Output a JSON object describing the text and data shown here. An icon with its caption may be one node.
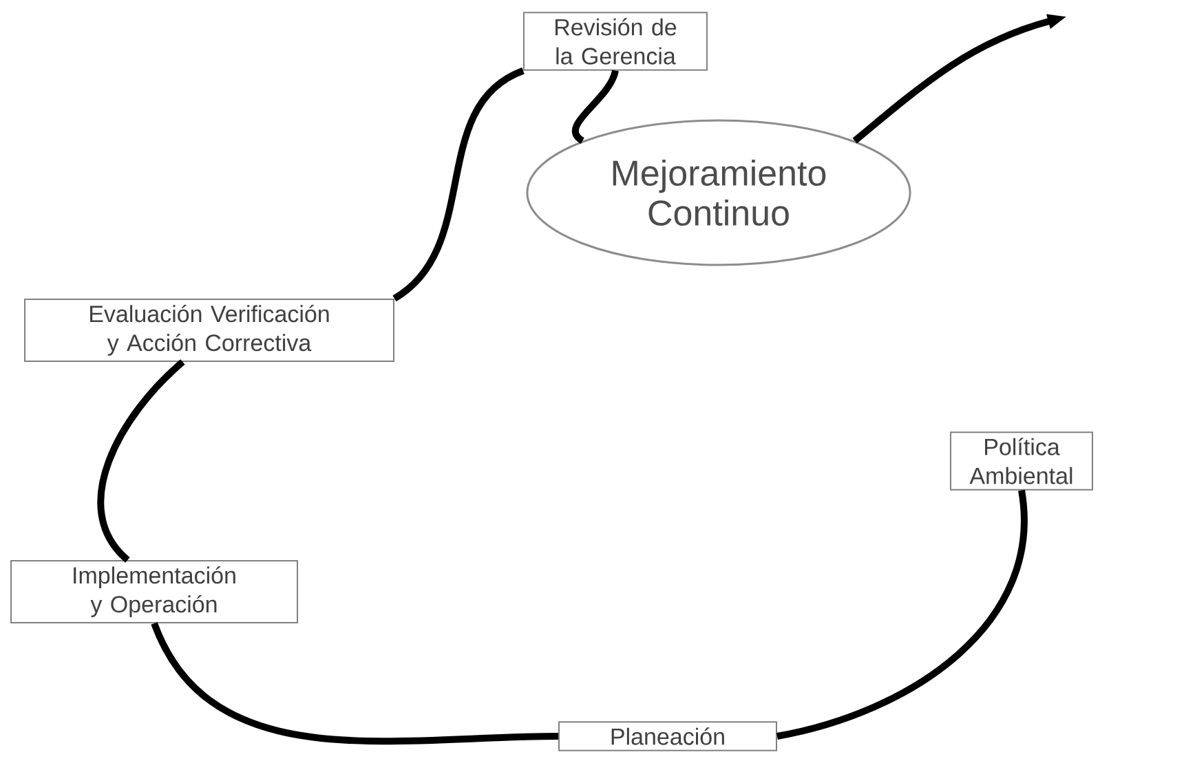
{
  "diagram": {
    "nodes": [
      {
        "text": [
          "Revisión de la Gerencia"
        ]
      },
      {
        "text": [
          "Mejoramiento Continuo"
        ]
      },
      {
        "text": [
          "Evaluación Verificación y Acción Correctiva"
        ]
      },
      {
        "text": [
          "Política Ambiental"
        ]
      },
      {
        "text": [
          "Implementación y Operación"
        ]
      },
      {
        "text": [
          "Planeación"
        ]
      }
    ],
    "edges": [
      {
        "from": 3,
        "to": 5,
        "arrow": "none"
      },
      {
        "from": 5,
        "to": 4,
        "arrow": "none"
      },
      {
        "from": 4,
        "to": 2,
        "arrow": "none"
      },
      {
        "from": 2,
        "to": 0,
        "arrow": "none"
      },
      {
        "from": 0,
        "to": 1,
        "arrow": "none"
      },
      {
        "from": 1,
        "to": null,
        "arrow": "to"
      }
    ]
  }
}
